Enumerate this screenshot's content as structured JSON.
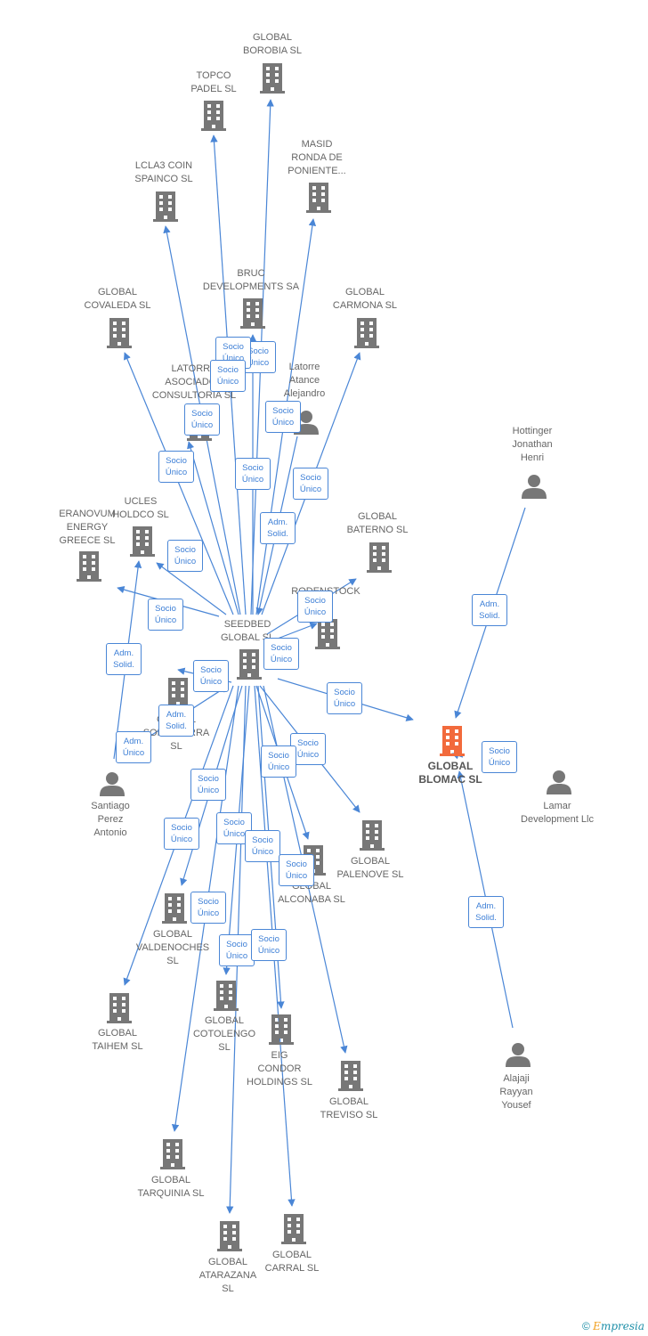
{
  "colors": {
    "edge": "#4a86d6",
    "company": "#777777",
    "highlight": "#f26a3c",
    "person": "#777777"
  },
  "nodes": {
    "borobia": {
      "kind": "company",
      "label": "GLOBAL\nBOROBIA  SL"
    },
    "topco": {
      "kind": "company",
      "label": "TOPCO\nPADEL  SL"
    },
    "masid": {
      "kind": "company",
      "label": "MASID\nRONDA DE\nPONIENTE..."
    },
    "lcla3": {
      "kind": "company",
      "label": "LCLA3 COIN\nSPAINCO  SL"
    },
    "bruc": {
      "kind": "company",
      "label": "BRUC\nDEVELOPMENTS SA"
    },
    "covaleda": {
      "kind": "company",
      "label": "GLOBAL\nCOVALEDA  SL"
    },
    "carmona": {
      "kind": "company",
      "label": "GLOBAL\nCARMONA  SL"
    },
    "latorre_ac": {
      "kind": "company",
      "label": "LATORRE\nASOCIADOS\nCONSULTORIA SL"
    },
    "latorre_p": {
      "kind": "person",
      "label": "Latorre\nAtance\nAlejandro"
    },
    "hottinger": {
      "kind": "person",
      "label": "Hottinger\nJonathan\nHenri"
    },
    "eranovum": {
      "kind": "company",
      "label": "ERANOVUM\nENERGY\nGREECE  SL"
    },
    "ucles": {
      "kind": "company",
      "label": "UCLES\nHOLDCO  SL"
    },
    "baterno": {
      "kind": "company",
      "label": "GLOBAL\nBATERNO  SL"
    },
    "rodenstock": {
      "kind": "company",
      "label": "RODENSTOCK\nSL"
    },
    "seedbed": {
      "kind": "company",
      "label": "SEEDBED\nGLOBAL  SL"
    },
    "somosierra": {
      "kind": "company",
      "label": "GLOBAL\nSOMOSIERRA\nSL"
    },
    "blomac": {
      "kind": "highlight",
      "label": "GLOBAL\nBLOMAC  SL"
    },
    "santiago": {
      "kind": "person",
      "label": "Santiago\nPerez\nAntonio"
    },
    "lamar": {
      "kind": "person",
      "label": "Lamar\nDevelopment Llc"
    },
    "palenove": {
      "kind": "company",
      "label": "GLOBAL\nPALENOVE  SL"
    },
    "alconaba": {
      "kind": "company",
      "label": "GLOBAL\nALCONABA  SL"
    },
    "valdenoches": {
      "kind": "company",
      "label": "GLOBAL\nVALDENOCHES\nSL"
    },
    "taihem": {
      "kind": "company",
      "label": "GLOBAL\nTAIHEM SL"
    },
    "cotolengo": {
      "kind": "company",
      "label": "GLOBAL\nCOTOLENGO\nSL"
    },
    "eig": {
      "kind": "company",
      "label": "EIG\nCONDOR\nHOLDINGS  SL"
    },
    "treviso": {
      "kind": "company",
      "label": "GLOBAL\nTREVISO  SL"
    },
    "alajaji": {
      "kind": "person",
      "label": "Alajaji\nRayyan\nYousef"
    },
    "tarquinia": {
      "kind": "company",
      "label": "GLOBAL\nTARQUINIA  SL"
    },
    "atarazana": {
      "kind": "company",
      "label": "GLOBAL\nATARAZANA\nSL"
    },
    "carral": {
      "kind": "company",
      "label": "GLOBAL\nCARRAL  SL"
    }
  },
  "edges": [
    {
      "from": "seedbed",
      "to": "borobia",
      "label": "Socio\nÚnico"
    },
    {
      "from": "seedbed",
      "to": "topco",
      "label": "Socio\nÚnico"
    },
    {
      "from": "seedbed",
      "to": "masid",
      "label": "Socio\nÚnico"
    },
    {
      "from": "seedbed",
      "to": "lcla3",
      "label": "Socio\nÚnico"
    },
    {
      "from": "seedbed",
      "to": "bruc",
      "label": "Socio\nÚnico"
    },
    {
      "from": "seedbed",
      "to": "covaleda",
      "label": "Socio\nÚnico"
    },
    {
      "from": "seedbed",
      "to": "carmona",
      "label": "Socio\nÚnico"
    },
    {
      "from": "seedbed",
      "to": "latorre_ac",
      "label": "Socio\nÚnico"
    },
    {
      "from": "latorre_p",
      "to": "seedbed",
      "label": "Adm.\nSolid."
    },
    {
      "from": "seedbed",
      "to": "eranovum",
      "label": "Socio\nÚnico"
    },
    {
      "from": "seedbed",
      "to": "ucles",
      "label": "Socio\nÚnico"
    },
    {
      "from": "seedbed",
      "to": "baterno",
      "label": "Socio\nÚnico"
    },
    {
      "from": "seedbed",
      "to": "rodenstock",
      "label": "Socio\nÚnico"
    },
    {
      "from": "seedbed",
      "to": "somosierra",
      "label": "Socio\nÚnico"
    },
    {
      "from": "seedbed",
      "to": "blomac",
      "label": "Socio\nÚnico"
    },
    {
      "from": "hottinger",
      "to": "blomac",
      "label": "Adm.\nSolid."
    },
    {
      "from": "lamar",
      "to": "blomac",
      "label": "Socio\nÚnico"
    },
    {
      "from": "alajaji",
      "to": "blomac",
      "label": "Adm.\nSolid."
    },
    {
      "from": "santiago",
      "to": "ucles",
      "label": "Adm.\nSolid."
    },
    {
      "from": "santiago",
      "to": "seedbed",
      "label": "Adm.\nSolid."
    },
    {
      "from": "santiago",
      "to": "somosierra",
      "label": "Adm.\nÚnico"
    },
    {
      "from": "seedbed",
      "to": "palenove",
      "label": "Socio\nÚnico"
    },
    {
      "from": "seedbed",
      "to": "alconaba",
      "label": "Socio\nÚnico"
    },
    {
      "from": "seedbed",
      "to": "valdenoches",
      "label": "Socio\nÚnico"
    },
    {
      "from": "seedbed",
      "to": "taihem",
      "label": "Socio\nÚnico"
    },
    {
      "from": "seedbed",
      "to": "cotolengo",
      "label": "Socio\nÚnico"
    },
    {
      "from": "seedbed",
      "to": "eig",
      "label": "Socio\nÚnico"
    },
    {
      "from": "seedbed",
      "to": "treviso",
      "label": "Socio\nÚnico"
    },
    {
      "from": "seedbed",
      "to": "tarquinia",
      "label": "Socio\nÚnico"
    },
    {
      "from": "seedbed",
      "to": "atarazana",
      "label": "Socio\nÚnico"
    },
    {
      "from": "seedbed",
      "to": "carral",
      "label": "Socio\nÚnico"
    }
  ],
  "footer": {
    "copyright": "©",
    "brand_e": "E",
    "brand_rest": "mpresia"
  }
}
